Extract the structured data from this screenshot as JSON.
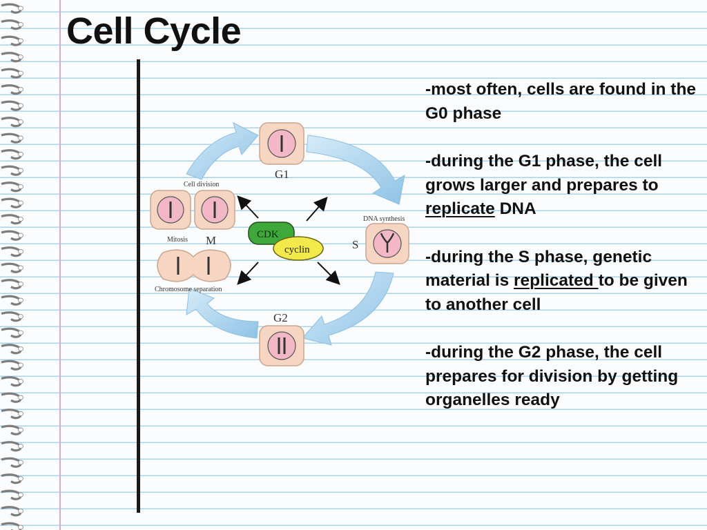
{
  "slide": {
    "title": "Cell Cycle"
  },
  "notes": [
    {
      "before": "-most often, cells are found in the G0 phase",
      "underlined": "",
      "after": ""
    },
    {
      "before": "-during the G1 phase, the cell grows larger and prepares to ",
      "underlined": "replicate",
      "after": " DNA"
    },
    {
      "before": "-during the S phase, genetic material is ",
      "underlined": "replicated ",
      "after": "to be given to another cell"
    },
    {
      "before": "-during the G2 phase, the cell prepares for division by getting organelles ready",
      "underlined": "",
      "after": ""
    }
  ],
  "diagram": {
    "g1_label": "G1",
    "s_label": "S",
    "g2_label": "G2",
    "m_label": "M",
    "dna_synthesis_label": "DNA synthesis",
    "cell_division_label": "Cell division",
    "mitosis_label": "Mitosis",
    "chromosome_separation_label": "Chromosome separation",
    "cdk_label": "CDK",
    "cyclin_label": "cyclin",
    "colors": {
      "arrow_blue": "#9ccbea",
      "cell_fill": "#f6d6c2",
      "nucleus_fill": "#f2b8c6",
      "cdk_green": "#3fa83a",
      "cyclin_yellow": "#f2ea4a"
    }
  }
}
